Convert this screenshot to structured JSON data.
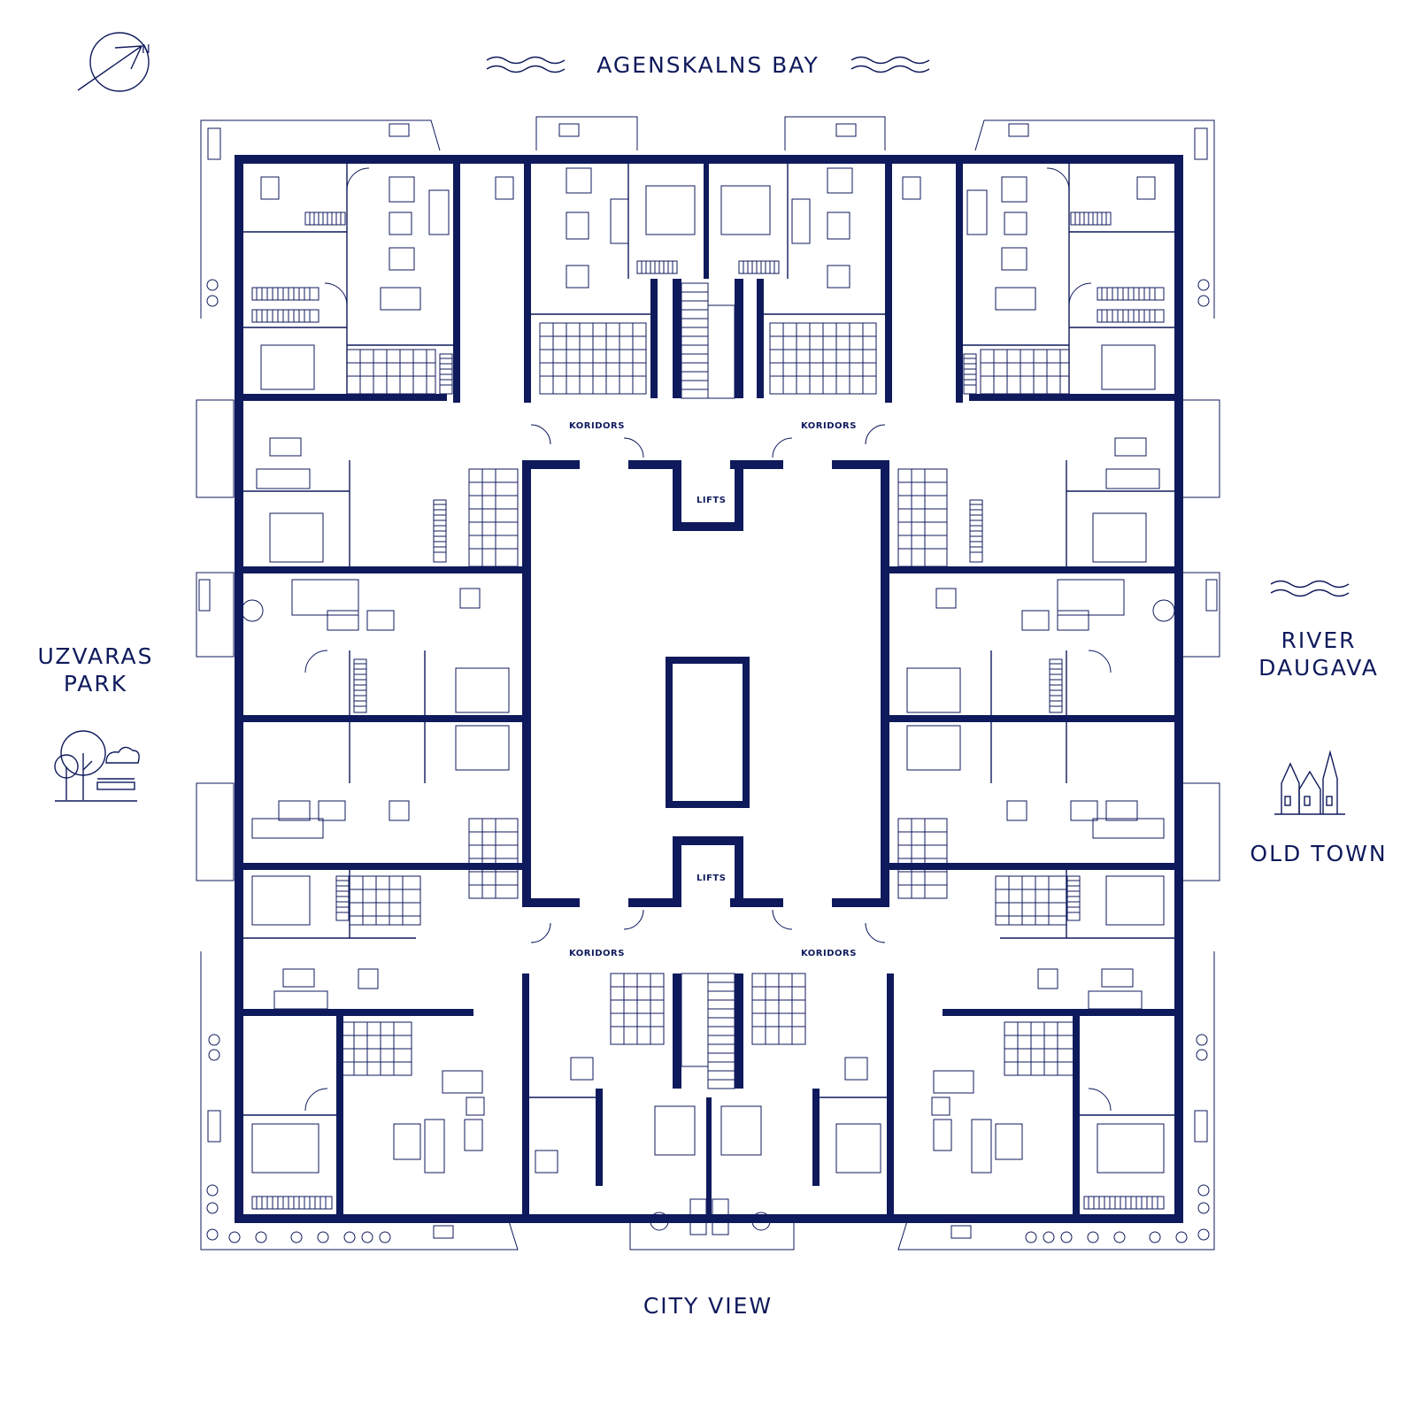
{
  "labels": {
    "top": "AGENSKALNS BAY",
    "bottom": "CITY VIEW",
    "left_line1": "UZVARAS",
    "left_line2": "PARK",
    "right_line1": "RIVER",
    "right_line2": "DAUGAVA",
    "right_bottom": "OLD TOWN"
  },
  "plan": {
    "corridor_label": "KORIDORS",
    "lifts_label": "LIFTS",
    "compass_letter": "N"
  },
  "icons": [
    "compass-icon",
    "wave-icon",
    "park-icon",
    "old-town-icon"
  ],
  "colors": {
    "ink": "#0f1a5c",
    "background": "#ffffff"
  }
}
